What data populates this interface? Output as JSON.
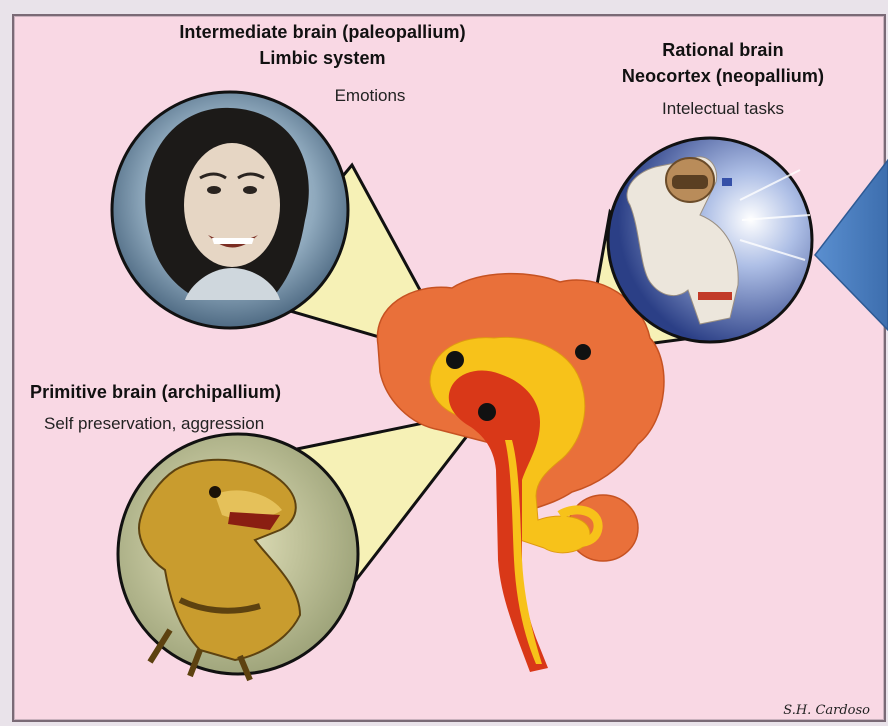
{
  "intermediate": {
    "title": "Intermediate brain (paleopallium)",
    "subtitle": "Limbic system",
    "function": "Emotions"
  },
  "rational": {
    "title": "Rational brain",
    "subtitle": "Neocortex (neopallium)",
    "function": "Intelectual tasks"
  },
  "primitive": {
    "title": "Primitive brain (archipallium)",
    "function": "Self preservation, aggression"
  },
  "signature": "S.H. Cardoso",
  "colors": {
    "background": "#f9d8e4",
    "neocortex": "#e9703a",
    "limbic": "#f7c21a",
    "brainstem": "#d93818",
    "callout_fill": "#f6f1b6",
    "arrow": "#4f81bd"
  }
}
